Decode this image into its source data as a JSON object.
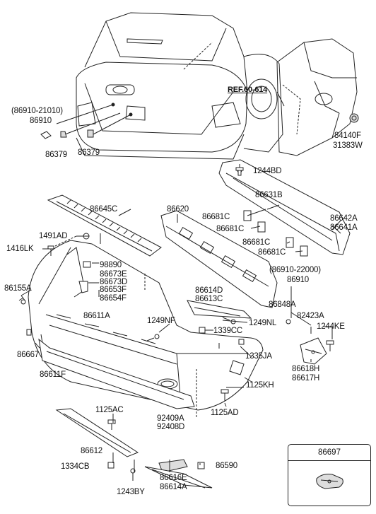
{
  "ref": {
    "text": "REF.60-614"
  },
  "labels": {
    "l86910_21010": "(86910-21010)",
    "l86910_a": "86910",
    "l86379_a": "86379",
    "l86379_b": "86379",
    "l84140F": "84140F",
    "l31383W": "31383W",
    "l1244BD": "1244BD",
    "l86631B": "86631B",
    "l86645C": "86645C",
    "l86620": "86620",
    "l86681C_a": "86681C",
    "l86681C_b": "86681C",
    "l86681C_c": "86681C",
    "l86681C_d": "86681C",
    "l86642A": "86642A",
    "l86641A": "86641A",
    "l1491AD": "1491AD",
    "l1416LK": "1416LK",
    "l98890": "98890",
    "l86673E": "86673E",
    "l86673D": "86673D",
    "l86653F": "86653F",
    "l86654F": "86654F",
    "l86155A": "86155A",
    "l86910_22000": "(86910-22000)",
    "l86910_b": "86910",
    "l86614D": "86614D",
    "l86613C": "86613C",
    "l86848A": "86848A",
    "l82423A": "82423A",
    "l86611A": "86611A",
    "l1249NF": "1249NF",
    "l1249NL": "1249NL",
    "l1339CC": "1339CC",
    "l1244KE": "1244KE",
    "l86667": "86667",
    "l86611F": "86611F",
    "l1335JA": "1335JA",
    "l86618H": "86618H",
    "l86617H": "86617H",
    "l1125KH": "1125KH",
    "l1125AD": "1125AD",
    "l1125AC": "1125AC",
    "l92409A": "92409A",
    "l92408D": "92408D",
    "l86612": "86612",
    "l1334CB": "1334CB",
    "l86616E": "86616E",
    "l86614A": "86614A",
    "l86590": "86590",
    "l1243BY": "1243BY"
  },
  "boxed_part": {
    "number": "86697"
  },
  "colors": {
    "line": "#222222",
    "fill": "#ffffff",
    "shade": "#dddddd"
  }
}
